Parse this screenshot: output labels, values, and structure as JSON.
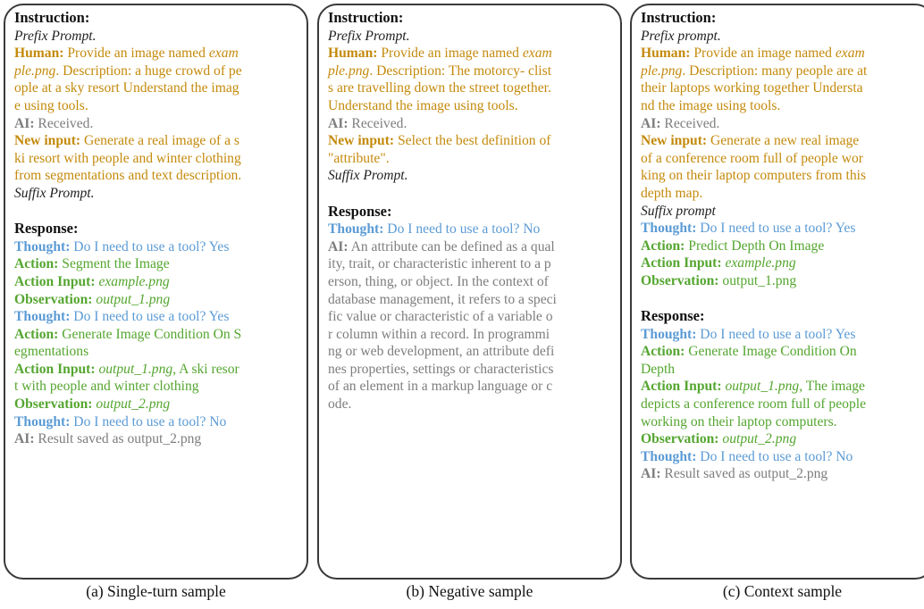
{
  "colors": {
    "prompt": "#c48a0c",
    "thought": "#5b9bd5",
    "action": "#55a630",
    "ai": "#7d7d7d",
    "border": "#3a3a3a"
  },
  "panels": [
    {
      "id": "a",
      "caption": "(a) Single-turn sample",
      "lines": [
        [
          {
            "t": "Instruction:",
            "s": "hdr"
          }
        ],
        [
          {
            "t": "Prefix Prompt.",
            "s": "black i"
          }
        ],
        [
          {
            "t": "Human:",
            "s": "orange b"
          },
          {
            "t": " Provide an image named ",
            "s": "orange"
          },
          {
            "t": "exam",
            "s": "orange i"
          }
        ],
        [
          {
            "t": "ple.png",
            "s": "orange i"
          },
          {
            "t": ". Description: a huge crowd of pe",
            "s": "orange"
          }
        ],
        [
          {
            "t": "ople at a sky resort Understand the imag",
            "s": "orange"
          }
        ],
        [
          {
            "t": "e using tools.",
            "s": "orange"
          }
        ],
        [
          {
            "t": "AI:",
            "s": "gray b"
          },
          {
            "t": " Received.",
            "s": "gray"
          }
        ],
        [
          {
            "t": "New input:",
            "s": "orange b"
          },
          {
            "t": " Generate a real image of a s",
            "s": "orange"
          }
        ],
        [
          {
            "t": "ki resort with people and winter clothing",
            "s": "orange"
          }
        ],
        [
          {
            "t": "from segmentations and text description.",
            "s": "orange"
          }
        ],
        [
          {
            "t": "Suffix Prompt.",
            "s": "black i"
          }
        ],
        [],
        [
          {
            "t": "Response:",
            "s": "hdr"
          }
        ],
        [
          {
            "t": "Thought:",
            "s": "blue b"
          },
          {
            "t": " Do I need to use a tool? Yes",
            "s": "blue"
          }
        ],
        [
          {
            "t": "Action:",
            "s": "green b"
          },
          {
            "t": " Segment the Image",
            "s": "green"
          }
        ],
        [
          {
            "t": "Action Input:",
            "s": "green b"
          },
          {
            "t": " example.png",
            "s": "green i"
          }
        ],
        [
          {
            "t": "Observation:",
            "s": "green b"
          },
          {
            "t": " output_1.png",
            "s": "green i"
          }
        ],
        [
          {
            "t": "Thought:",
            "s": "blue b"
          },
          {
            "t": " Do I need to use a tool? Yes",
            "s": "blue"
          }
        ],
        [
          {
            "t": "Action:",
            "s": "green b"
          },
          {
            "t": " Generate Image Condition On S",
            "s": "green"
          }
        ],
        [
          {
            "t": "egmentations",
            "s": "green"
          }
        ],
        [
          {
            "t": "Action Input:",
            "s": "green b"
          },
          {
            "t": " output_1.png",
            "s": "green i"
          },
          {
            "t": ", A ski resor",
            "s": "green"
          }
        ],
        [
          {
            "t": "t with people and winter clothing",
            "s": "green"
          }
        ],
        [
          {
            "t": "Observation:",
            "s": "green b"
          },
          {
            "t": " output_2.png",
            "s": "green i"
          }
        ],
        [
          {
            "t": "Thought:",
            "s": "blue b"
          },
          {
            "t": " Do I need to use a tool? No",
            "s": "blue"
          }
        ],
        [
          {
            "t": "AI:",
            "s": "gray b"
          },
          {
            "t": " Result saved as output_2.png",
            "s": "gray"
          }
        ]
      ]
    },
    {
      "id": "b",
      "caption": "(b) Negative sample",
      "lines": [
        [
          {
            "t": "Instruction:",
            "s": "hdr"
          }
        ],
        [
          {
            "t": "Prefix Prompt.",
            "s": "black i"
          }
        ],
        [
          {
            "t": "Human:",
            "s": "orange b"
          },
          {
            "t": " Provide an image named ",
            "s": "orange"
          },
          {
            "t": "exam",
            "s": "orange i"
          }
        ],
        [
          {
            "t": "ple.png",
            "s": "orange i"
          },
          {
            "t": ". Description: The motorcy- clist",
            "s": "orange"
          }
        ],
        [
          {
            "t": "s are travelling down the street together.",
            "s": "orange"
          }
        ],
        [
          {
            "t": "Understand the image using tools.",
            "s": "orange"
          }
        ],
        [
          {
            "t": "AI:",
            "s": "gray b"
          },
          {
            "t": " Received.",
            "s": "gray"
          }
        ],
        [
          {
            "t": "New input:",
            "s": "orange b"
          },
          {
            "t": " Select the best definition of",
            "s": "orange"
          }
        ],
        [
          {
            "t": "\"attribute\".",
            "s": "orange"
          }
        ],
        [
          {
            "t": "Suffix Prompt.",
            "s": "black i"
          }
        ],
        [],
        [
          {
            "t": "Response:",
            "s": "hdr"
          }
        ],
        [
          {
            "t": "Thought:",
            "s": "blue b"
          },
          {
            "t": " Do I need to use a tool? No",
            "s": "blue"
          }
        ],
        [
          {
            "t": "AI:",
            "s": "gray b"
          },
          {
            "t": " An attribute can be defined as a qual",
            "s": "gray"
          }
        ],
        [
          {
            "t": "ity, trait, or characteristic inherent to a p",
            "s": "gray"
          }
        ],
        [
          {
            "t": "erson, thing, or object. In the context of",
            "s": "gray"
          }
        ],
        [
          {
            "t": "database management, it refers to a speci",
            "s": "gray"
          }
        ],
        [
          {
            "t": "fic value or characteristic of a variable o",
            "s": "gray"
          }
        ],
        [
          {
            "t": "r column within a record. In programmi",
            "s": "gray"
          }
        ],
        [
          {
            "t": "ng or web development, an attribute defi",
            "s": "gray"
          }
        ],
        [
          {
            "t": "nes properties, settings or characteristics",
            "s": "gray"
          }
        ],
        [
          {
            "t": "of an element in a markup language or c",
            "s": "gray"
          }
        ],
        [
          {
            "t": "ode.",
            "s": "gray"
          }
        ]
      ]
    },
    {
      "id": "c",
      "caption": "(c) Context sample",
      "lines": [
        [
          {
            "t": "Instruction:",
            "s": "hdr"
          }
        ],
        [
          {
            "t": "Prefix prompt.",
            "s": "black i"
          }
        ],
        [
          {
            "t": "Human:",
            "s": "orange b"
          },
          {
            "t": " Provide an image named ",
            "s": "orange"
          },
          {
            "t": "exam",
            "s": "orange i"
          }
        ],
        [
          {
            "t": "ple.png",
            "s": "orange i"
          },
          {
            "t": ". Description: many people are at",
            "s": "orange"
          }
        ],
        [
          {
            "t": "their laptops working together Understa",
            "s": "orange"
          }
        ],
        [
          {
            "t": "nd the image using tools.",
            "s": "orange"
          }
        ],
        [
          {
            "t": "AI:",
            "s": "gray b"
          },
          {
            "t": " Received.",
            "s": "gray"
          }
        ],
        [
          {
            "t": "New input:",
            "s": "orange b"
          },
          {
            "t": " Generate a new real image",
            "s": "orange"
          }
        ],
        [
          {
            "t": "of a conference room full of people wor",
            "s": "orange"
          }
        ],
        [
          {
            "t": "king on their laptop computers from this",
            "s": "orange"
          }
        ],
        [
          {
            "t": "depth map.",
            "s": "orange"
          }
        ],
        [
          {
            "t": "Suffix prompt",
            "s": "black i"
          }
        ],
        [
          {
            "t": "Thought:",
            "s": "blue b"
          },
          {
            "t": " Do I need to use a tool? Yes",
            "s": "blue"
          }
        ],
        [
          {
            "t": "Action:",
            "s": "green b"
          },
          {
            "t": " Predict Depth On Image",
            "s": "green"
          }
        ],
        [
          {
            "t": "Action Input:",
            "s": "green b"
          },
          {
            "t": " example.png",
            "s": "green i"
          }
        ],
        [
          {
            "t": "Observation:",
            "s": "green b"
          },
          {
            "t": " output_1.png",
            "s": "green"
          }
        ],
        [],
        [
          {
            "t": "Response:",
            "s": "hdr"
          }
        ],
        [
          {
            "t": "Thought:",
            "s": "blue b"
          },
          {
            "t": " Do I need to use a tool? Yes",
            "s": "blue"
          }
        ],
        [
          {
            "t": "Action:",
            "s": "green b"
          },
          {
            "t": " Generate Image Condition On",
            "s": "green"
          }
        ],
        [
          {
            "t": "Depth",
            "s": "green"
          }
        ],
        [
          {
            "t": "Action Input:",
            "s": "green b"
          },
          {
            "t": " output_1.png",
            "s": "green i"
          },
          {
            "t": ", The image",
            "s": "green"
          }
        ],
        [
          {
            "t": "depicts a conference room full of people",
            "s": "green"
          }
        ],
        [
          {
            "t": "working on their laptop computers.",
            "s": "green"
          }
        ],
        [
          {
            "t": "Observation:",
            "s": "green b"
          },
          {
            "t": " output_2.png",
            "s": "green i"
          }
        ],
        [
          {
            "t": "Thought:",
            "s": "blue b"
          },
          {
            "t": " Do I need to use a tool? No",
            "s": "blue"
          }
        ],
        [
          {
            "t": "AI:",
            "s": "gray b"
          },
          {
            "t": " Result saved as output_2.png",
            "s": "gray"
          }
        ]
      ]
    }
  ]
}
